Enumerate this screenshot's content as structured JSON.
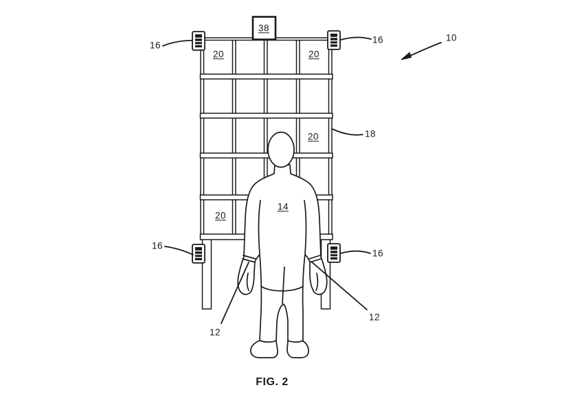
{
  "figure": {
    "caption": "FIG. 2"
  },
  "labels": {
    "system": "10",
    "wrist_device_left": "12",
    "wrist_device_right": "12",
    "person": "14",
    "sensor_top_left": "16",
    "sensor_top_right": "16",
    "sensor_bottom_left": "16",
    "sensor_bottom_right": "16",
    "rack": "18",
    "bin_top_left": "20",
    "bin_top_right": "20",
    "bin_middle_right": "20",
    "bin_bottom_left": "20",
    "display": "38"
  },
  "colors": {
    "line": "#1a1a1a",
    "background": "#ffffff"
  }
}
